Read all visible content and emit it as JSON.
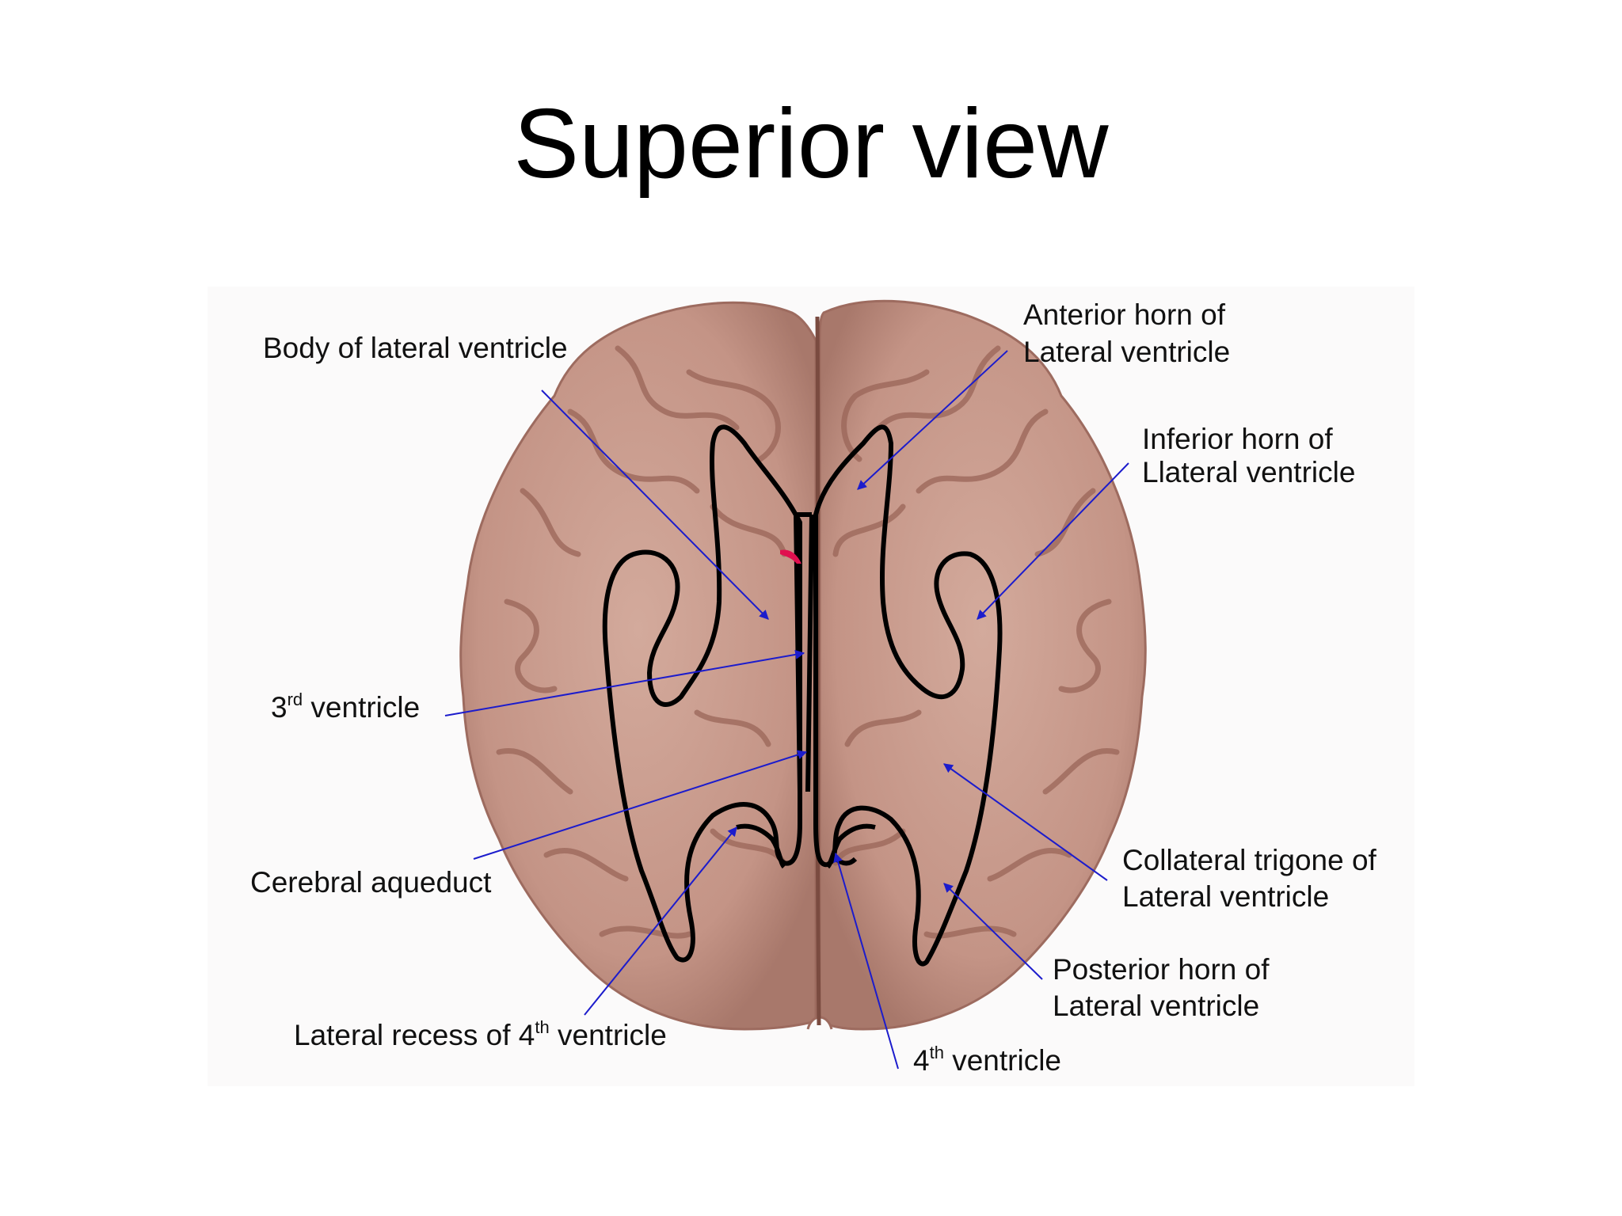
{
  "slide": {
    "title": "Superior view"
  },
  "colors": {
    "brain_fill": "#c79b8d",
    "brain_shadow": "#a9776a",
    "sulcus": "#9a6558",
    "ventricle_outline": "#000000",
    "pointer": "#1c1ccc",
    "accent_mark": "#e0104f"
  },
  "labels": {
    "body_lateral": {
      "line1": "Body of lateral ventricle"
    },
    "anterior_horn": {
      "line1": "Anterior horn of",
      "line2": "Lateral ventricle"
    },
    "inferior_horn": {
      "line1": "Inferior horn of",
      "line2": "Llateral ventricle"
    },
    "third_ventricle": {
      "pre": "3",
      "sup": "rd",
      "post": " ventricle"
    },
    "cerebral_aqueduct": {
      "line1": "Cerebral aqueduct"
    },
    "collateral_trigone": {
      "line1": "Collateral trigone of",
      "line2": "Lateral ventricle"
    },
    "posterior_horn": {
      "line1": "Posterior horn of",
      "line2": "Lateral ventricle"
    },
    "lateral_recess": {
      "pre": "Lateral recess of 4",
      "sup": "th",
      "post": " ventricle"
    },
    "fourth_ventricle": {
      "pre": "4",
      "sup": "th",
      "post": " ventricle"
    }
  }
}
